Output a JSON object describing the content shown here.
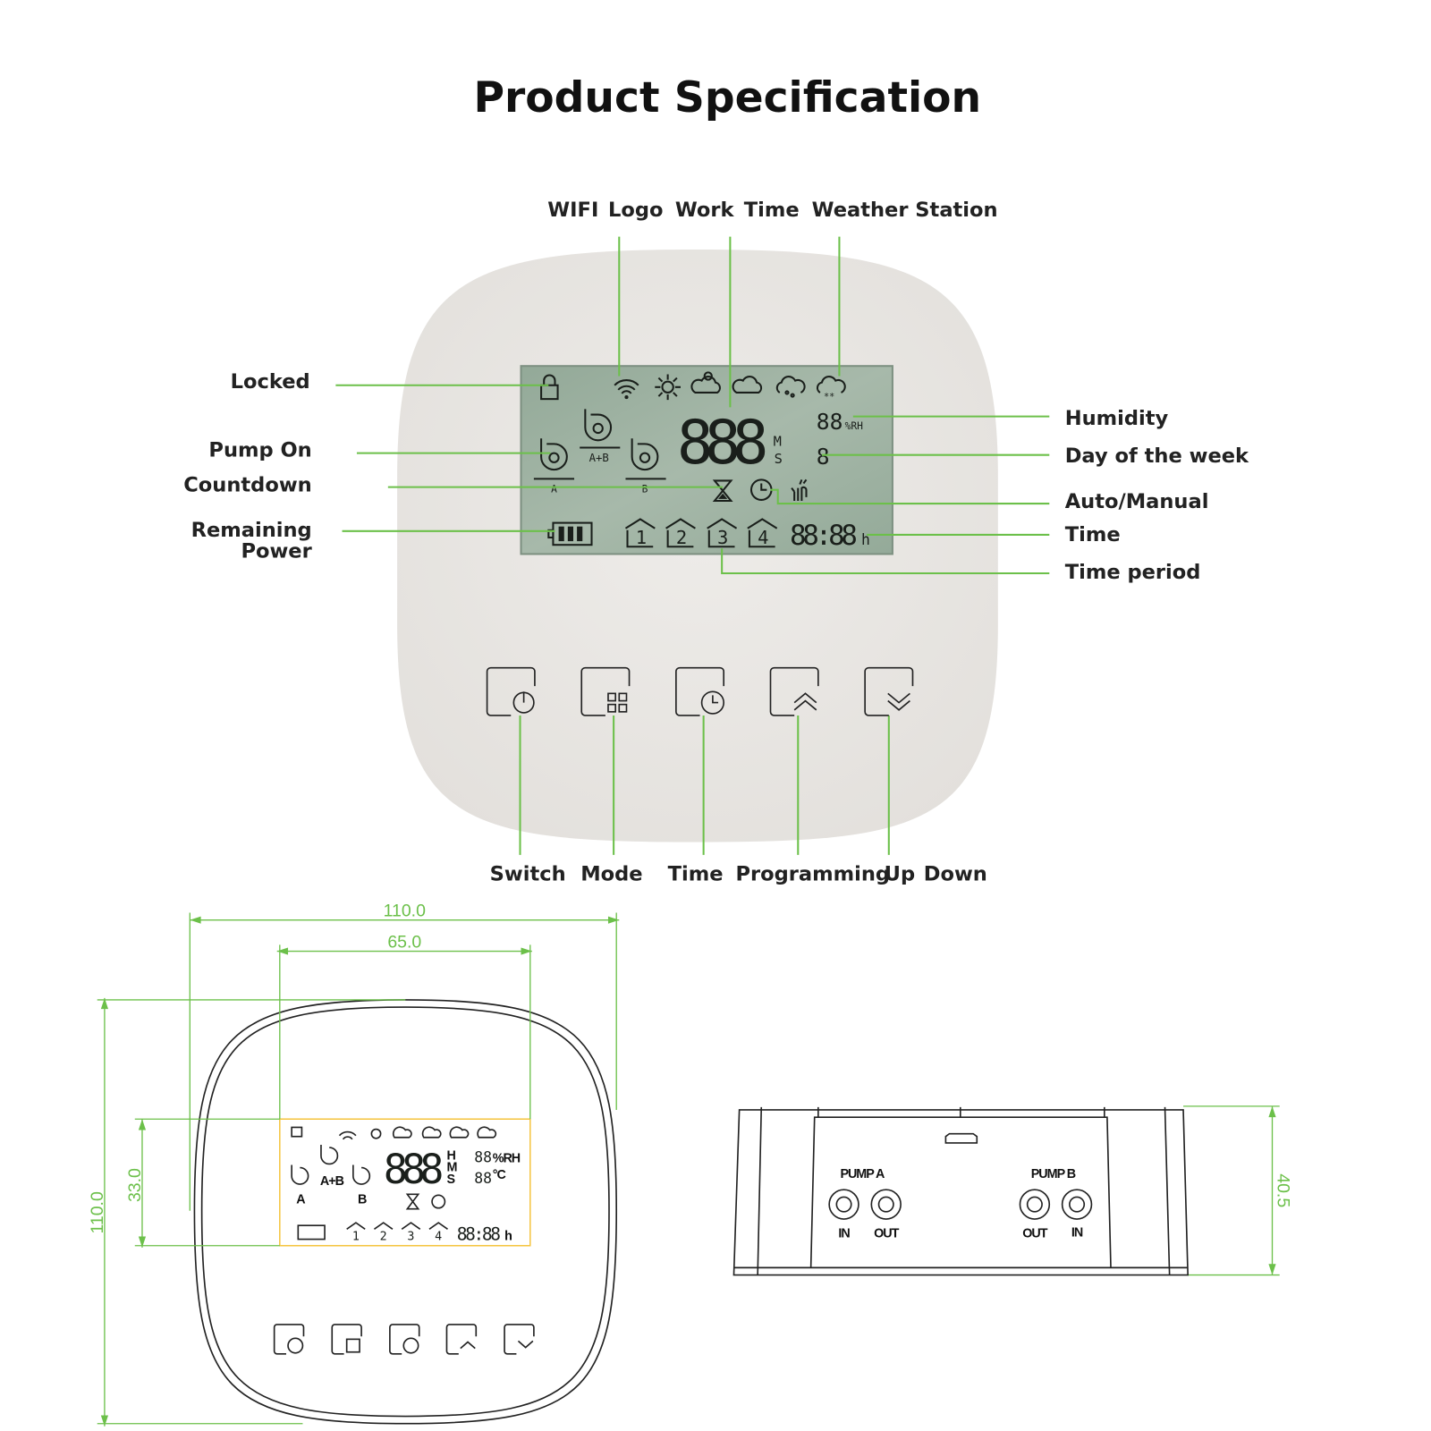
{
  "title": "Product Specification",
  "top_labels": [
    "WIFI",
    "Logo",
    "Work",
    "Time",
    "Weather Station"
  ],
  "left_labels": {
    "locked": "Locked",
    "pump_on": "Pump On",
    "countdown": "Countdown",
    "remaining_power_1": "Remaining",
    "remaining_power_2": "Power"
  },
  "right_labels": [
    "Humidity",
    "Day of the week",
    "Auto/Manual",
    "Time",
    "Time period"
  ],
  "bottom_labels": [
    "Switch",
    "Mode",
    "Time",
    "Programming",
    "Up",
    "Down"
  ],
  "lcd": {
    "work_digits": "888",
    "unit_m": "M",
    "unit_s": "S",
    "humidity_digits": "88",
    "humidity_unit": "%RH",
    "day_digit": "8",
    "pump_a": "A",
    "pump_ab": "A+B",
    "pump_b": "B",
    "periods": [
      "1",
      "2",
      "3",
      "4"
    ],
    "time_digits": "88:88",
    "time_unit": "h"
  },
  "dimensions": {
    "overall_width": "110.0",
    "screen_width": "65.0",
    "overall_height": "110.0",
    "screen_height": "33.0",
    "depth": "40.5"
  },
  "side_view": {
    "pump_a": "PUMP A",
    "pump_b": "PUMP B",
    "a_in": "IN",
    "a_out": "OUT",
    "b_out": "OUT",
    "b_in": "IN"
  },
  "mini_lcd": {
    "work_digits": "888",
    "unit_h": "H",
    "unit_m": "M",
    "unit_s": "S",
    "hum": "88",
    "hum_unit": "%RH",
    "temp": "88",
    "temp_unit": "°C",
    "time": "88:88",
    "time_unit": "h",
    "pump_ab": "A+B",
    "pump_a": "A",
    "pump_b": "B",
    "periods": [
      "1",
      "2",
      "3",
      "4"
    ]
  },
  "colors": {
    "accent": "#6cc04a",
    "lcd": "#9fb3a3",
    "body": "#e9e7e4",
    "screen_outline": "#f5c542"
  }
}
